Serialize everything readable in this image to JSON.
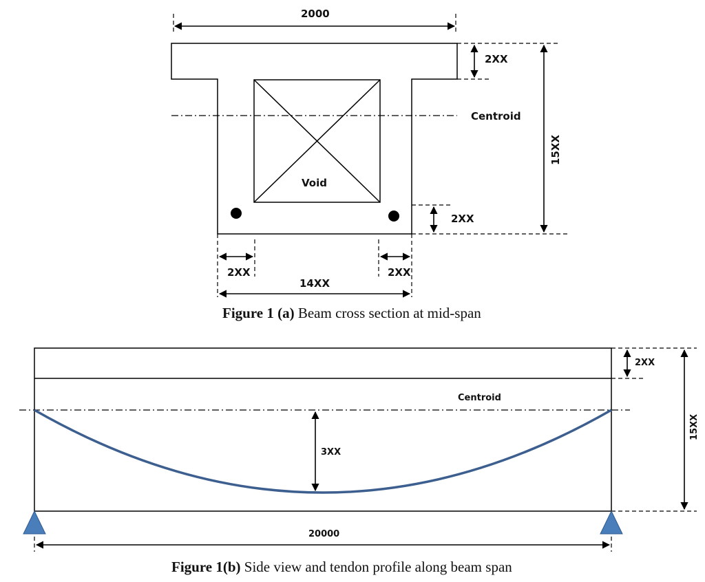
{
  "figure_a": {
    "dim_top_width": "2000",
    "dim_flange_thickness": "2XX",
    "dim_total_height": "15XX",
    "centroid_label": "Centroid",
    "void_label": "Void",
    "dim_tendon_cover": "2XX",
    "dim_left_offset": "2XX",
    "dim_right_offset": "2XX",
    "dim_web_width": "14XX",
    "caption_bold": "Figure 1 (a)",
    "caption_text": " Beam cross section at mid-span"
  },
  "figure_b": {
    "dim_flange_thickness": "2XX",
    "centroid_label": "Centroid",
    "dim_total_height": "15XX",
    "dim_sag": "3XX",
    "dim_span": "20000",
    "caption_bold": "Figure 1(b)",
    "caption_text": " Side view and tendon profile along beam span",
    "support_color": "#4a7ebb",
    "tendon_color": "#3d5f8f"
  }
}
